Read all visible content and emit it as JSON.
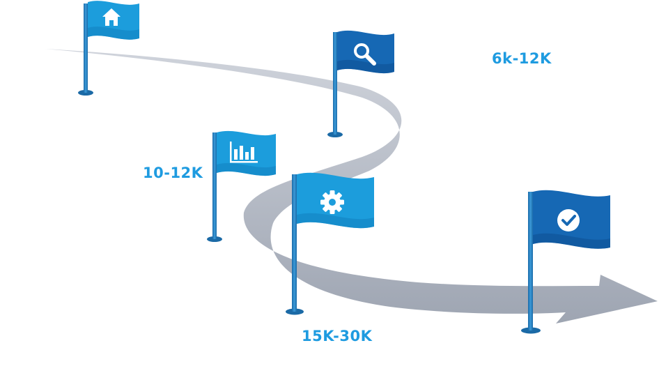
{
  "colors": {
    "label": "#1e9be0",
    "flag_light": "#1c9ddc",
    "flag_light_shade": "#137fc0",
    "flag_dark": "#1668b4",
    "flag_dark_shade": "#0f4f91",
    "pole": "#2b82c4",
    "road": "#c2c7d1",
    "road_shade": "#9ea5b2",
    "icon": "#ffffff"
  },
  "flags": [
    {
      "icon": "home-icon",
      "tone": "light"
    },
    {
      "icon": "search-icon",
      "tone": "dark"
    },
    {
      "icon": "bar-chart-icon",
      "tone": "light"
    },
    {
      "icon": "gear-icon",
      "tone": "light"
    },
    {
      "icon": "check-circle-icon",
      "tone": "dark"
    }
  ],
  "salary_labels": {
    "a": "6k-12K",
    "b": "10-12K",
    "c": "15K-30K"
  }
}
